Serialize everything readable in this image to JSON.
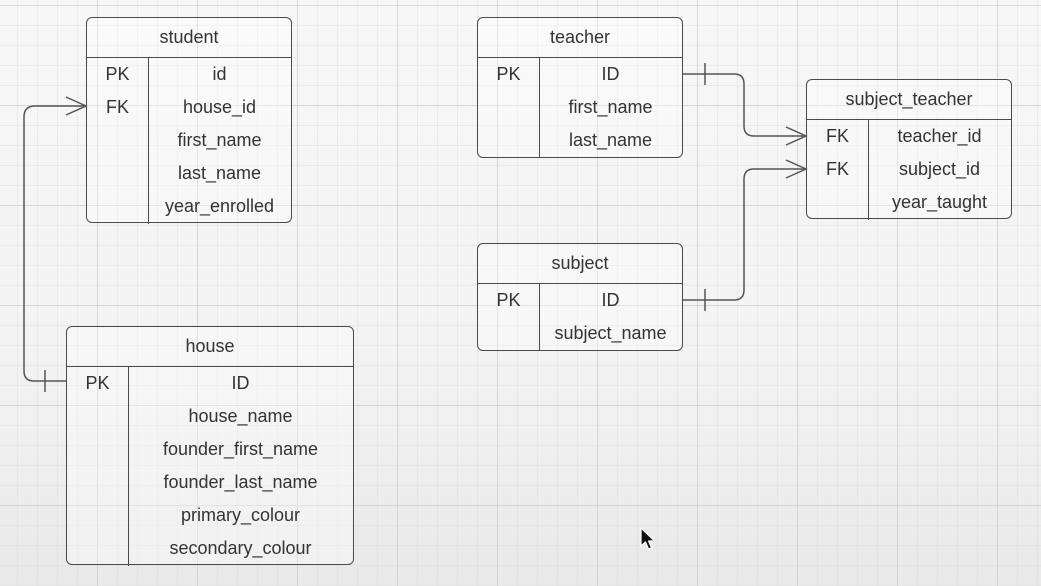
{
  "entities": {
    "student": {
      "name": "student",
      "rows": [
        {
          "key": "PK",
          "field": "id"
        },
        {
          "key": "FK",
          "field": "house_id"
        },
        {
          "key": "",
          "field": "first_name"
        },
        {
          "key": "",
          "field": "last_name"
        },
        {
          "key": "",
          "field": "year_enrolled"
        }
      ]
    },
    "house": {
      "name": "house",
      "rows": [
        {
          "key": "PK",
          "field": "ID"
        },
        {
          "key": "",
          "field": "house_name"
        },
        {
          "key": "",
          "field": "founder_first_name"
        },
        {
          "key": "",
          "field": "founder_last_name"
        },
        {
          "key": "",
          "field": "primary_colour"
        },
        {
          "key": "",
          "field": "secondary_colour"
        }
      ]
    },
    "teacher": {
      "name": "teacher",
      "rows": [
        {
          "key": "PK",
          "field": "ID"
        },
        {
          "key": "",
          "field": "first_name"
        },
        {
          "key": "",
          "field": "last_name"
        }
      ]
    },
    "subject": {
      "name": "subject",
      "rows": [
        {
          "key": "PK",
          "field": "ID"
        },
        {
          "key": "",
          "field": "subject_name"
        }
      ]
    },
    "subject_teacher": {
      "name": "subject_teacher",
      "rows": [
        {
          "key": "FK",
          "field": "teacher_id"
        },
        {
          "key": "FK",
          "field": "subject_id"
        },
        {
          "key": "",
          "field": "year_taught"
        }
      ]
    }
  },
  "relationships": [
    {
      "from": "house.ID",
      "to": "student.house_id",
      "from_end": "one",
      "to_end": "many"
    },
    {
      "from": "teacher.ID",
      "to": "subject_teacher.teacher_id",
      "from_end": "one",
      "to_end": "many"
    },
    {
      "from": "subject.ID",
      "to": "subject_teacher.subject_id",
      "from_end": "one",
      "to_end": "many"
    }
  ],
  "cursor_icon": "mouse-pointer-icon"
}
